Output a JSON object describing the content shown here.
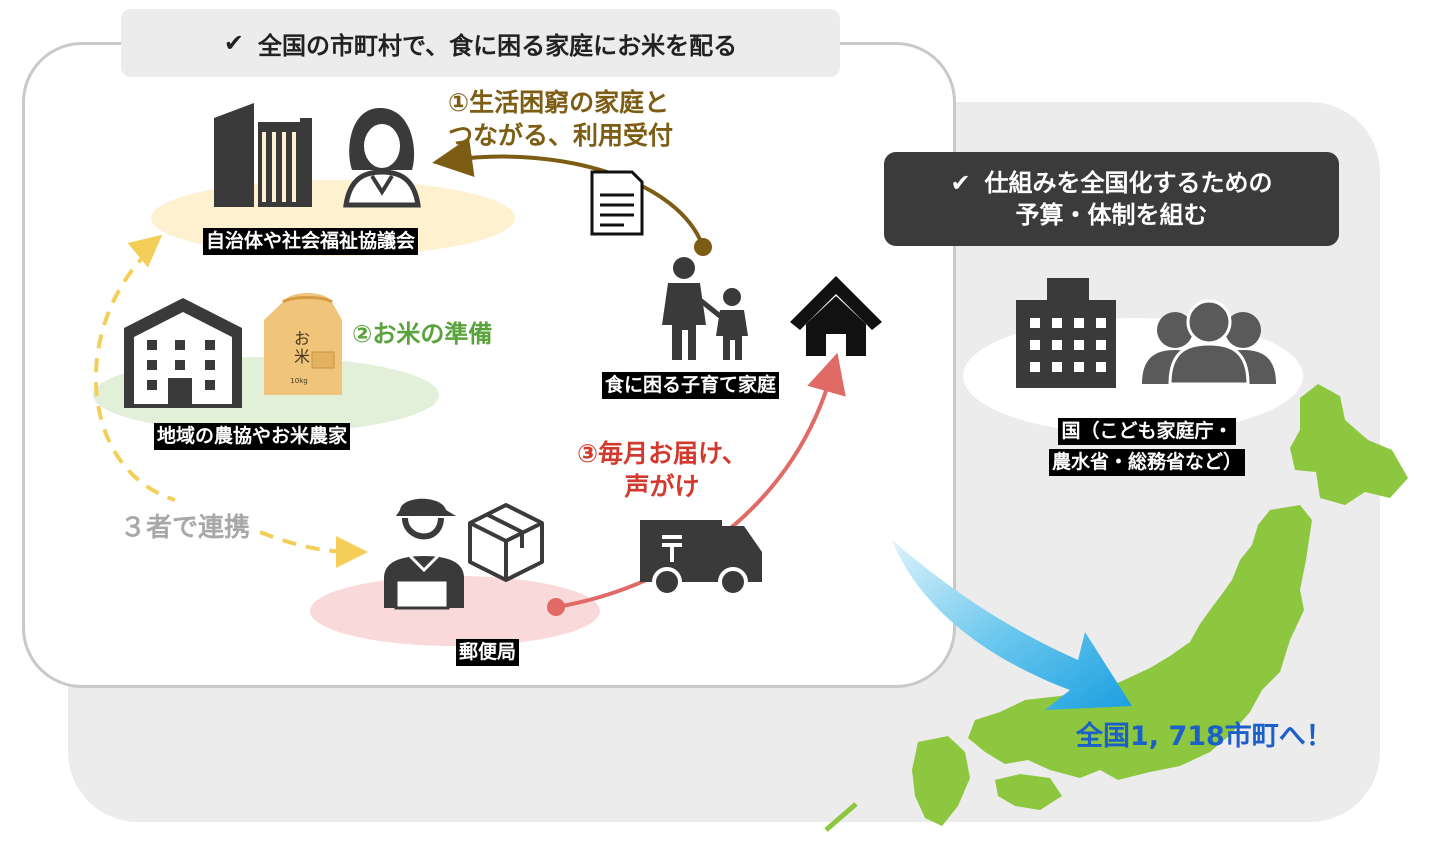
{
  "top_banner": {
    "check": "✔",
    "text": "全国の市町村で、食に困る家庭にお米を配る"
  },
  "right_banner": {
    "check": "✔",
    "line1": "仕組みを全国化するための",
    "line2": "予算・体制を組む"
  },
  "labels": {
    "municipality": "自治体や社会福祉協議会",
    "farm": "地域の農協やお米農家",
    "post_office": "郵便局",
    "family": "食に困る子育て家庭",
    "nation_line1": "国（こども家庭庁・",
    "nation_line2": "農水省・総務省など）"
  },
  "steps": {
    "step1_line1": "①生活困窮の家庭と",
    "step1_line2": "つながる、利用受付",
    "step2": "②お米の準備",
    "step3_line1": "③毎月お届け、",
    "step3_line2": "声がけ"
  },
  "rice_bag": {
    "line1": "お",
    "line2": "米",
    "weight": "10kg"
  },
  "collaboration": "３者で連携",
  "final_text": "全国1, 718市町へ！",
  "colors": {
    "step1": "#7d5c14",
    "step2": "#5aa33c",
    "step3": "#d33a2f",
    "map_green": "#8dc63f",
    "final_blue": "#1b5fc8",
    "dashed_yellow": "#f3cf5a",
    "icon_dark": "#3a3a3a"
  },
  "icons": [
    "office-building-icon",
    "woman-person-icon",
    "document-icon",
    "parent-child-icon",
    "house-icon",
    "farm-building-icon",
    "rice-bag-icon",
    "delivery-person-icon",
    "box-icon",
    "postal-truck-icon",
    "government-building-icon",
    "people-group-icon",
    "japan-map-icon",
    "blue-arrow-icon"
  ]
}
